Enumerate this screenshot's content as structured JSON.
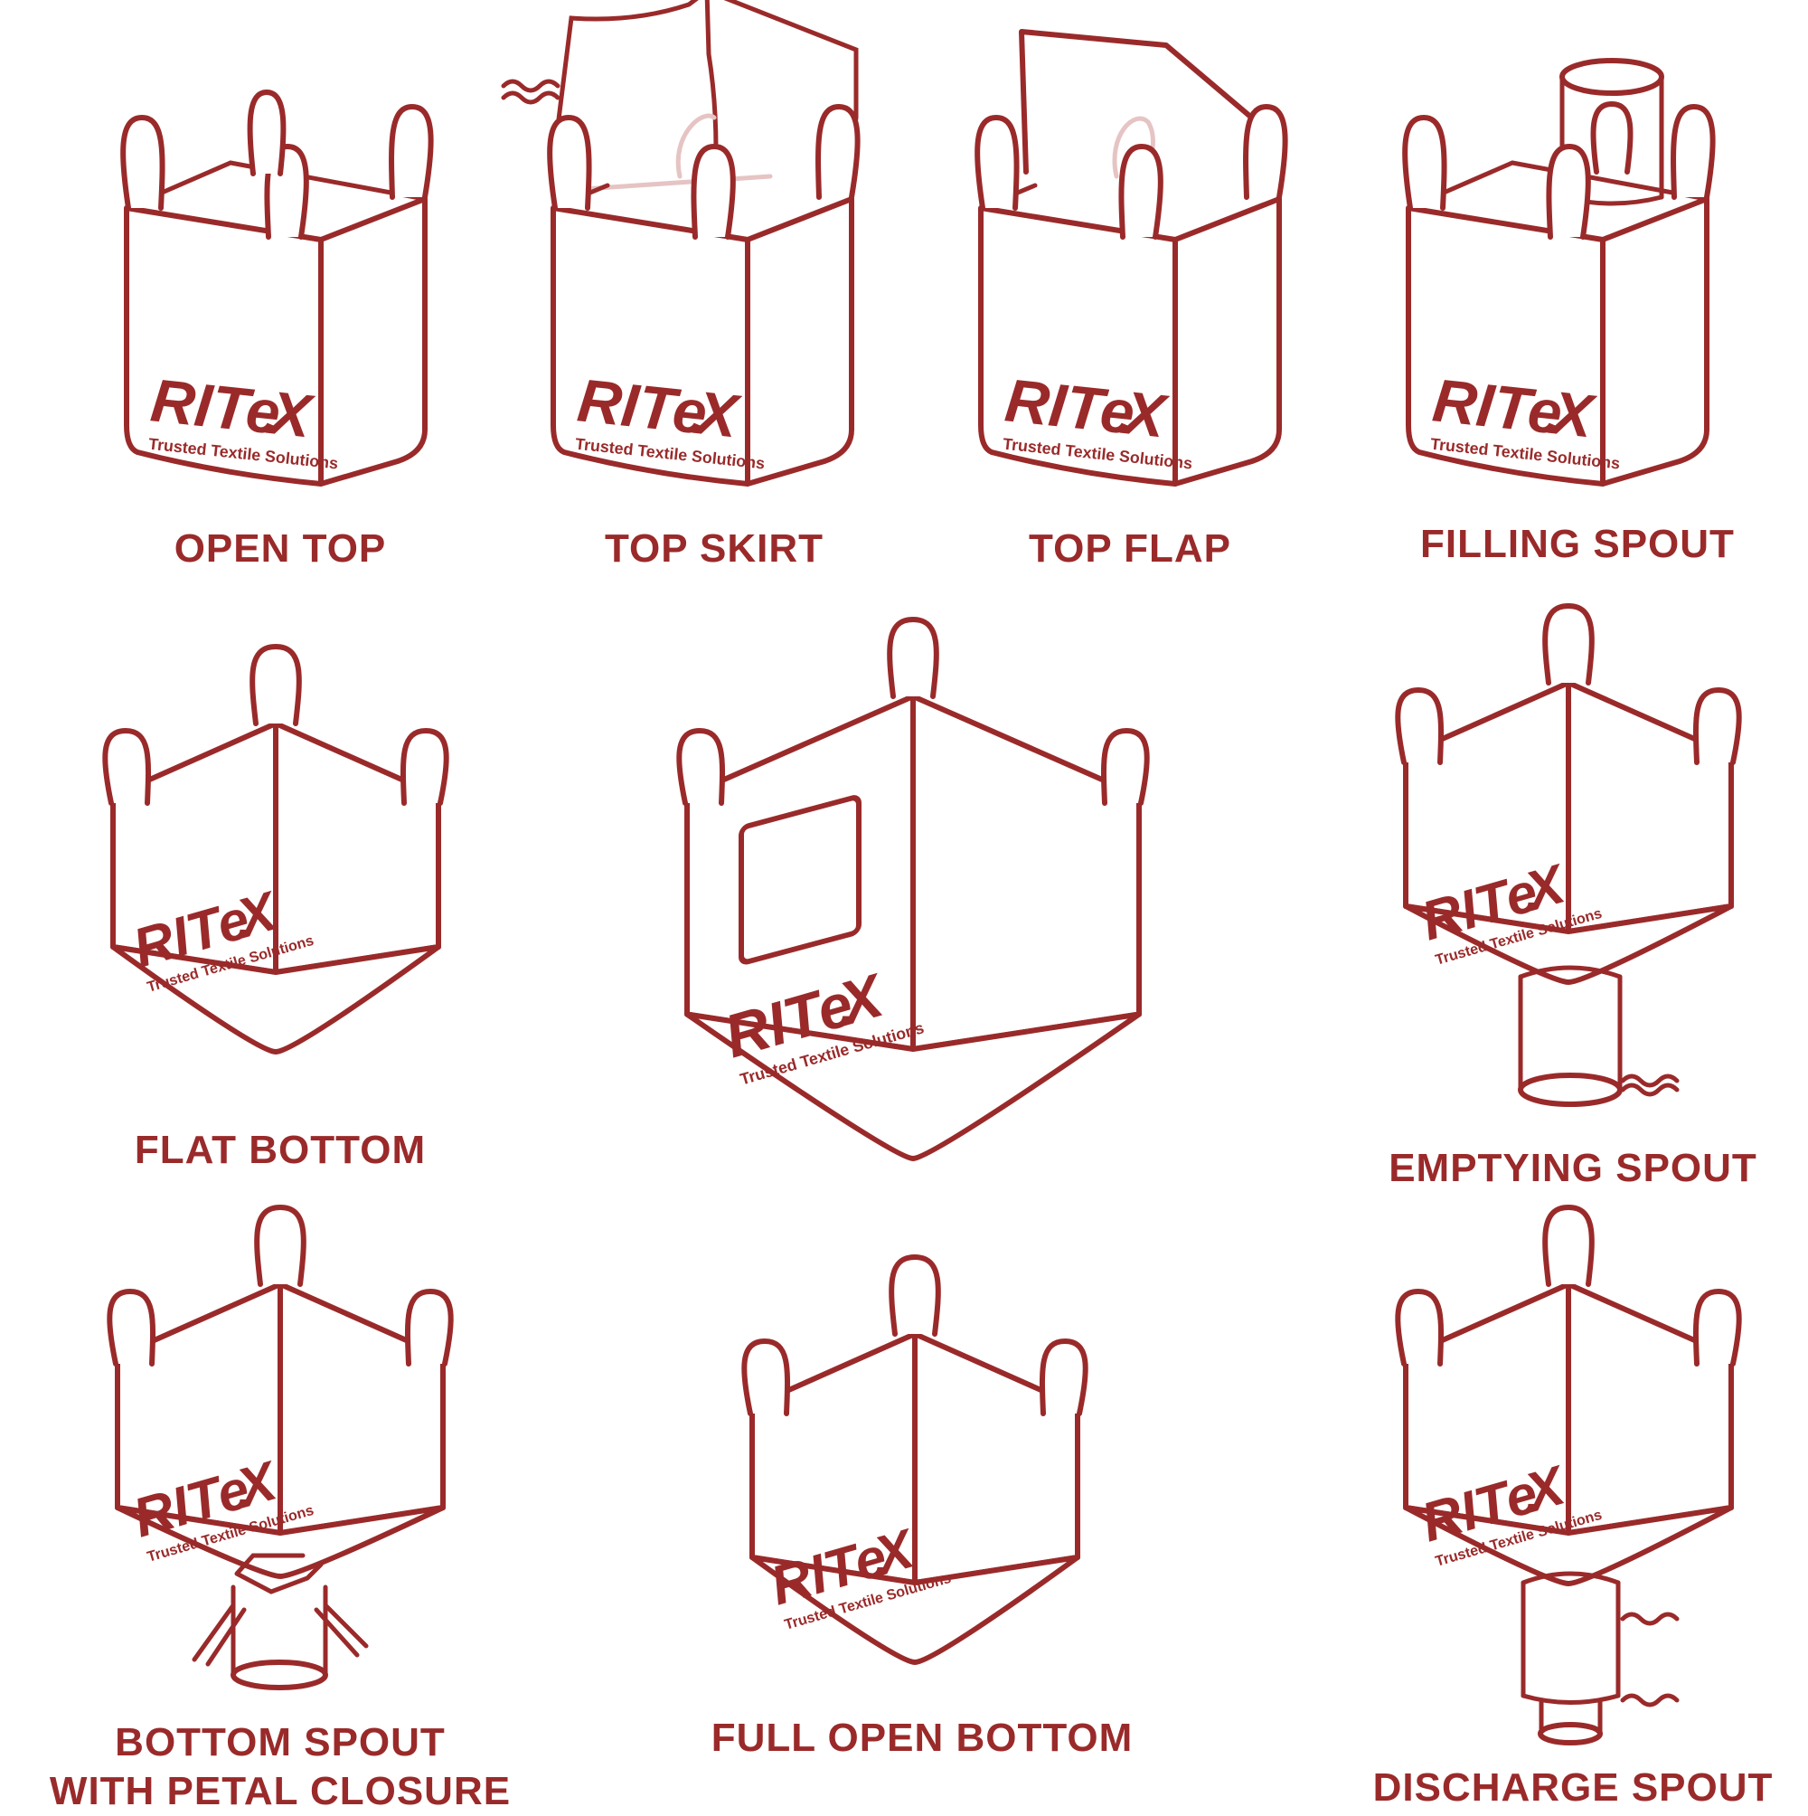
{
  "brand": {
    "name": "RITEX",
    "tagline": "Trusted Textile Solutions",
    "color": "#9a2a2a"
  },
  "bags": [
    {
      "label": "OPEN TOP",
      "type": "open-top"
    },
    {
      "label": "TOP SKIRT",
      "type": "top-skirt"
    },
    {
      "label": "TOP FLAP",
      "type": "top-flap"
    },
    {
      "label": "FILLING SPOUT",
      "type": "filling-spout"
    },
    {
      "label": "FLAT BOTTOM",
      "type": "flat-bottom"
    },
    {
      "label": "",
      "type": "document-pocket"
    },
    {
      "label": "EMPTYING SPOUT",
      "type": "emptying-spout"
    },
    {
      "label": "BOTTOM SPOUT\nWITH PETAL CLOSURE",
      "type": "petal-closure"
    },
    {
      "label": "FULL OPEN BOTTOM",
      "type": "full-open-bottom"
    },
    {
      "label": "DISCHARGE SPOUT",
      "type": "discharge-spout"
    }
  ]
}
